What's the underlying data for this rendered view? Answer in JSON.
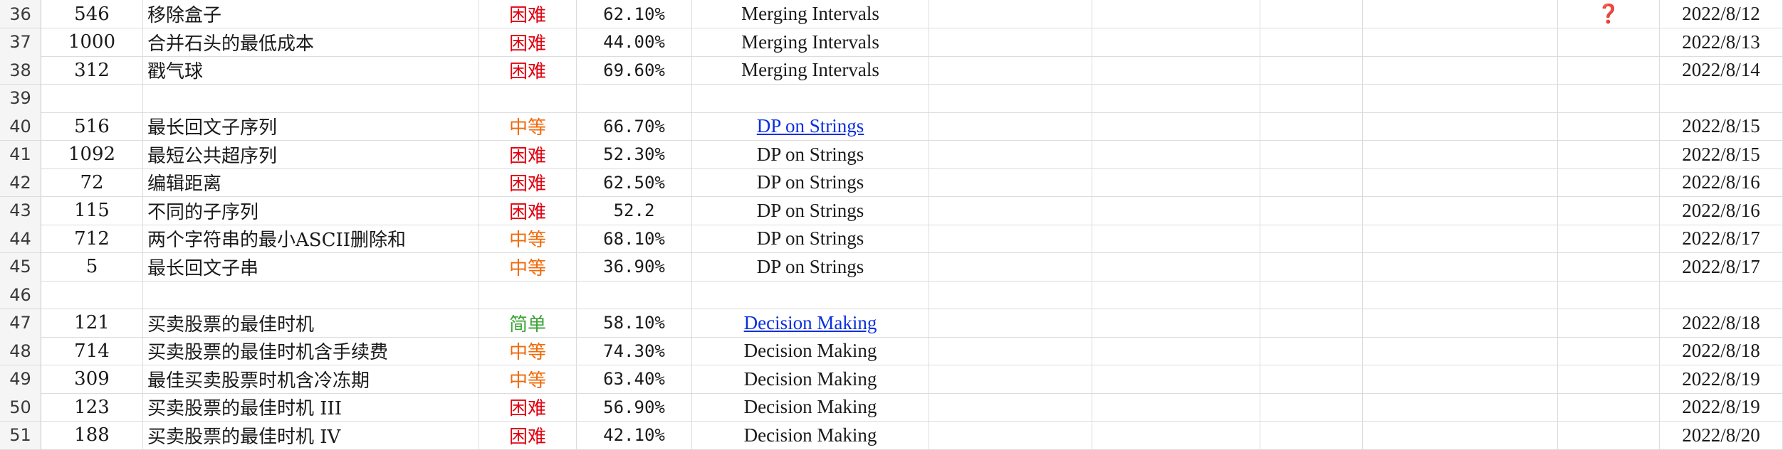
{
  "sheet": {
    "difficulty_colors": {
      "困难": "#e0000f",
      "中等": "#ef6a0a",
      "简单": "#3ca43a"
    },
    "link_color": "#0a2fe0",
    "flag_color": "#d0142c",
    "rows": [
      {
        "n": "36",
        "id": "546",
        "title": "移除盒子",
        "diff": "困难",
        "rate": "62.10%",
        "topic": "Merging Intervals",
        "link": false,
        "flag": "❓",
        "date": "2022/8/12"
      },
      {
        "n": "37",
        "id": "1000",
        "title": "合并石头的最低成本",
        "diff": "困难",
        "rate": "44.00%",
        "topic": "Merging Intervals",
        "link": false,
        "flag": "",
        "date": "2022/8/13"
      },
      {
        "n": "38",
        "id": "312",
        "title": "戳气球",
        "diff": "困难",
        "rate": "69.60%",
        "topic": "Merging Intervals",
        "link": false,
        "flag": "",
        "date": "2022/8/14"
      },
      {
        "n": "39",
        "id": "",
        "title": "",
        "diff": "",
        "rate": "",
        "topic": "",
        "link": false,
        "flag": "",
        "date": ""
      },
      {
        "n": "40",
        "id": "516",
        "title": "最长回文子序列",
        "diff": "中等",
        "rate": "66.70%",
        "topic": "DP on Strings",
        "link": true,
        "flag": "",
        "date": "2022/8/15"
      },
      {
        "n": "41",
        "id": "1092",
        "title": "最短公共超序列",
        "diff": "困难",
        "rate": "52.30%",
        "topic": "DP on Strings",
        "link": false,
        "flag": "",
        "date": "2022/8/15"
      },
      {
        "n": "42",
        "id": "72",
        "title": "编辑距离",
        "diff": "困难",
        "rate": "62.50%",
        "topic": "DP on Strings",
        "link": false,
        "flag": "",
        "date": "2022/8/16"
      },
      {
        "n": "43",
        "id": "115",
        "title": "不同的子序列",
        "diff": "困难",
        "rate": "52.2",
        "topic": "DP on Strings",
        "link": false,
        "flag": "",
        "date": "2022/8/16"
      },
      {
        "n": "44",
        "id": "712",
        "title": "两个字符串的最小ASCII删除和",
        "diff": "中等",
        "rate": "68.10%",
        "topic": "DP on Strings",
        "link": false,
        "flag": "",
        "date": "2022/8/17"
      },
      {
        "n": "45",
        "id": "5",
        "title": "最长回文子串",
        "diff": "中等",
        "rate": "36.90%",
        "topic": "DP on Strings",
        "link": false,
        "flag": "",
        "date": "2022/8/17"
      },
      {
        "n": "46",
        "id": "",
        "title": "",
        "diff": "",
        "rate": "",
        "topic": "",
        "link": false,
        "flag": "",
        "date": ""
      },
      {
        "n": "47",
        "id": "121",
        "title": "买卖股票的最佳时机",
        "diff": "简单",
        "rate": "58.10%",
        "topic": "Decision Making",
        "link": true,
        "flag": "",
        "date": "2022/8/18"
      },
      {
        "n": "48",
        "id": "714",
        "title": "买卖股票的最佳时机含手续费",
        "diff": "中等",
        "rate": "74.30%",
        "topic": "Decision Making",
        "link": false,
        "flag": "",
        "date": "2022/8/18"
      },
      {
        "n": "49",
        "id": "309",
        "title": "最佳买卖股票时机含冷冻期",
        "diff": "中等",
        "rate": "63.40%",
        "topic": "Decision Making",
        "link": false,
        "flag": "",
        "date": "2022/8/19"
      },
      {
        "n": "50",
        "id": "123",
        "title": "买卖股票的最佳时机 III",
        "diff": "困难",
        "rate": "56.90%",
        "topic": "Decision Making",
        "link": false,
        "flag": "",
        "date": "2022/8/19"
      },
      {
        "n": "51",
        "id": "188",
        "title": "买卖股票的最佳时机 IV",
        "diff": "困难",
        "rate": "42.10%",
        "topic": "Decision Making",
        "link": false,
        "flag": "",
        "date": "2022/8/20"
      }
    ]
  }
}
